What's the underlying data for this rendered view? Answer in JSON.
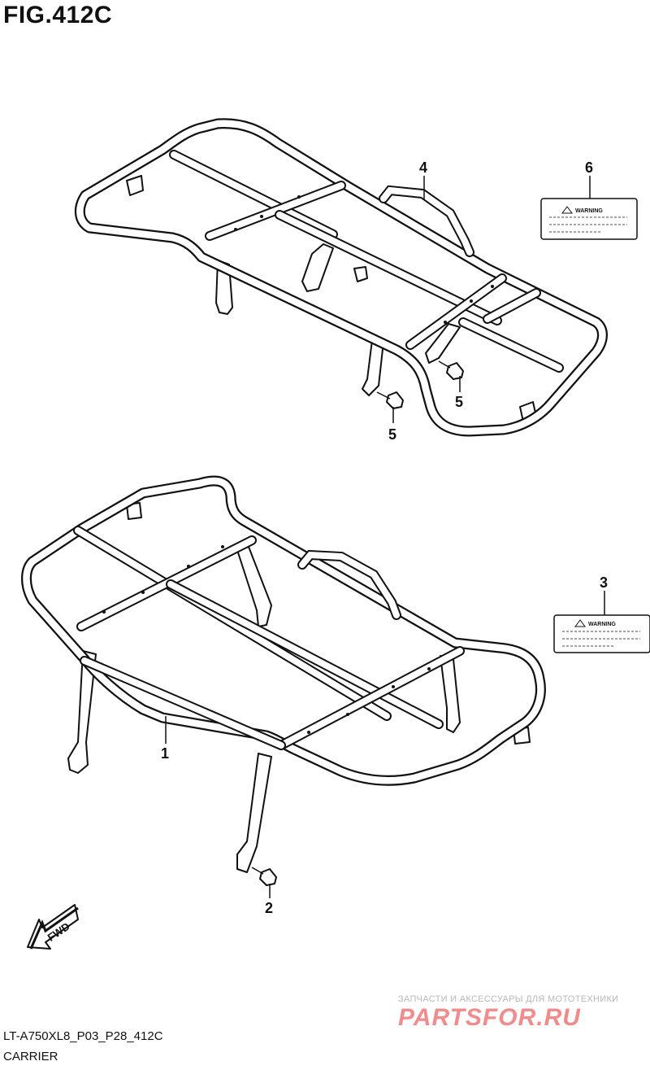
{
  "figure": {
    "title": "FIG.412C"
  },
  "callouts": {
    "c1": "1",
    "c2": "2",
    "c3": "3",
    "c4": "4",
    "c5a": "5",
    "c5b": "5",
    "c6": "6"
  },
  "labels": {
    "warning_top": "WARNING",
    "warning_bottom": "WARNING"
  },
  "arrow": {
    "fwd": "FWD"
  },
  "watermark": {
    "tagline": "ЗАПЧАСТИ И АКСЕССУАРЫ ДЛЯ МОТОТЕХНИКИ",
    "brand": "PARTSFOR.RU"
  },
  "footer": {
    "code": "LT-A750XL8_P03_P28_412C",
    "caption": "CARRIER"
  }
}
